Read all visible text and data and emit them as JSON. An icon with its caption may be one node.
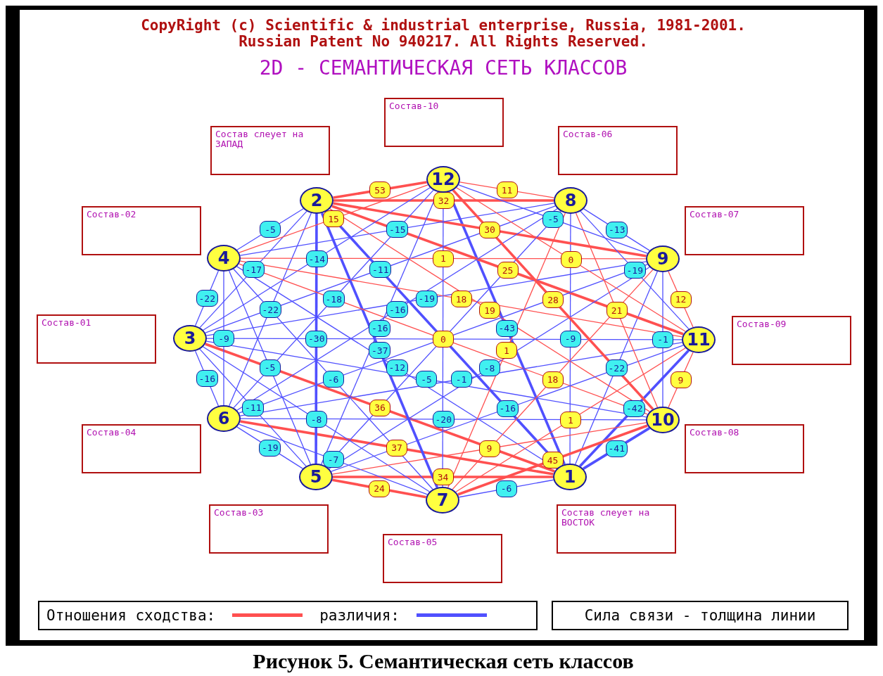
{
  "diagram": {
    "title": "2D - СЕМАНТИЧЕСКАЯ СЕТЬ КЛАССОВ",
    "caption": "Рисунок 5. Семантическая сеть классов",
    "nodes": [
      {
        "text": [
          "1"
        ]
      },
      {
        "text": [
          "2"
        ]
      },
      {
        "text": [
          "3"
        ]
      },
      {
        "text": [
          "4"
        ]
      },
      {
        "text": [
          "5"
        ]
      },
      {
        "text": [
          "6"
        ]
      },
      {
        "text": [
          "7"
        ]
      },
      {
        "text": [
          "8"
        ]
      },
      {
        "text": [
          "9"
        ]
      },
      {
        "text": [
          "10"
        ]
      },
      {
        "text": [
          "11"
        ]
      },
      {
        "text": [
          "12"
        ]
      },
      {
        "text": [
          "Состав-10"
        ]
      },
      {
        "text": [
          "Состав слеует на ЗАПАД"
        ]
      },
      {
        "text": [
          "Состав-06"
        ]
      },
      {
        "text": [
          "Состав-02"
        ]
      },
      {
        "text": [
          "Состав-07"
        ]
      },
      {
        "text": [
          "Состав-01"
        ]
      },
      {
        "text": [
          "Состав-09"
        ]
      },
      {
        "text": [
          "Состав-04"
        ]
      },
      {
        "text": [
          "Состав-08"
        ]
      },
      {
        "text": [
          "Состав-03"
        ]
      },
      {
        "text": [
          "Состав слеует на ВОСТОК"
        ]
      },
      {
        "text": [
          "Состав-05"
        ]
      }
    ],
    "edges": [
      {
        "from": 0,
        "to": 1,
        "arrow": "none",
        "style": "thick"
      },
      {
        "from": 0,
        "to": 2,
        "arrow": "none",
        "label": "36",
        "style": "thick",
        "color": "#ff5050"
      },
      {
        "from": 0,
        "to": 3,
        "arrow": "none",
        "label": "-12"
      },
      {
        "from": 0,
        "to": 4,
        "arrow": "none",
        "label": "34",
        "style": "thick",
        "color": "#ff5050"
      },
      {
        "from": 0,
        "to": 5,
        "arrow": "none",
        "label": "37",
        "style": "thick",
        "color": "#ff5050"
      },
      {
        "from": 0,
        "to": 6,
        "arrow": "none",
        "label": "-6"
      },
      {
        "from": 0,
        "to": 7,
        "arrow": "none",
        "label": "-9"
      },
      {
        "from": 0,
        "to": 8,
        "arrow": "none",
        "label": "-22"
      },
      {
        "from": 0,
        "to": 9,
        "arrow": "none",
        "label": "-41",
        "style": "thick"
      },
      {
        "from": 0,
        "to": 10,
        "arrow": "none",
        "label": "-42",
        "style": "thick"
      },
      {
        "from": 0,
        "to": 11,
        "arrow": "none",
        "label": "-43",
        "style": "thick"
      },
      {
        "from": 1,
        "to": 2,
        "arrow": "none",
        "label": "-17"
      },
      {
        "from": 1,
        "to": 3,
        "arrow": "none",
        "label": "-5"
      },
      {
        "from": 1,
        "to": 4,
        "arrow": "none",
        "label": "-30",
        "style": "thick"
      },
      {
        "from": 1,
        "to": 5,
        "arrow": "none",
        "label": "-22"
      },
      {
        "from": 1,
        "to": 6,
        "arrow": "none",
        "label": "-37",
        "style": "thick"
      },
      {
        "from": 1,
        "to": 7,
        "arrow": "none",
        "label": "32",
        "style": "thick",
        "color": "#ff5050"
      },
      {
        "from": 1,
        "to": 8,
        "arrow": "none",
        "label": "30",
        "style": "thick",
        "color": "#ff5050"
      },
      {
        "from": 1,
        "to": 9,
        "arrow": "none",
        "label": "19",
        "color": "#ff5050"
      },
      {
        "from": 1,
        "to": 10,
        "arrow": "none",
        "label": "25",
        "style": "thick",
        "color": "#ff5050"
      },
      {
        "from": 1,
        "to": 11,
        "arrow": "none",
        "label": "53",
        "style": "thick",
        "color": "#ff5050"
      },
      {
        "from": 2,
        "to": 3,
        "arrow": "none",
        "label": "-22"
      },
      {
        "from": 2,
        "to": 4,
        "arrow": "none",
        "label": "-11"
      },
      {
        "from": 2,
        "to": 5,
        "arrow": "none",
        "label": "-16"
      },
      {
        "from": 2,
        "to": 6,
        "arrow": "none",
        "label": "-8"
      },
      {
        "from": 2,
        "to": 7,
        "arrow": "none",
        "label": "-11"
      },
      {
        "from": 2,
        "to": 8,
        "arrow": "none",
        "label": "-19"
      },
      {
        "from": 2,
        "to": 9,
        "arrow": "none",
        "label": "-5"
      },
      {
        "from": 2,
        "to": 10,
        "arrow": "none"
      },
      {
        "from": 2,
        "to": 11,
        "arrow": "none",
        "label": "-14"
      },
      {
        "from": 3,
        "to": 4,
        "arrow": "none",
        "label": "-5"
      },
      {
        "from": 3,
        "to": 5,
        "arrow": "none",
        "label": "-9"
      },
      {
        "from": 3,
        "to": 6,
        "arrow": "none",
        "label": "-6"
      },
      {
        "from": 3,
        "to": 7,
        "arrow": "none",
        "label": "-15"
      },
      {
        "from": 3,
        "to": 8,
        "arrow": "none",
        "label": "1",
        "color": "#ff5050"
      },
      {
        "from": 3,
        "to": 9,
        "arrow": "none",
        "label": "0",
        "color": "#ff5050"
      },
      {
        "from": 3,
        "to": 10,
        "arrow": "none",
        "label": "18",
        "color": "#ff5050"
      },
      {
        "from": 3,
        "to": 11,
        "arrow": "none",
        "label": "15",
        "color": "#ff5050"
      },
      {
        "from": 4,
        "to": 5,
        "arrow": "none",
        "label": "-19"
      },
      {
        "from": 4,
        "to": 6,
        "arrow": "none",
        "label": "24",
        "style": "thick",
        "color": "#ff5050"
      },
      {
        "from": 4,
        "to": 7,
        "arrow": "none"
      },
      {
        "from": 4,
        "to": 8,
        "arrow": "none",
        "label": "-8"
      },
      {
        "from": 4,
        "to": 9,
        "arrow": "none",
        "label": "9",
        "color": "#ff5050"
      },
      {
        "from": 4,
        "to": 10,
        "arrow": "none",
        "label": "-16"
      },
      {
        "from": 4,
        "to": 11,
        "arrow": "none",
        "label": "-16"
      },
      {
        "from": 5,
        "to": 6,
        "arrow": "none",
        "label": "-7"
      },
      {
        "from": 5,
        "to": 7,
        "arrow": "none",
        "label": "-16"
      },
      {
        "from": 5,
        "to": 8,
        "arrow": "none"
      },
      {
        "from": 5,
        "to": 9,
        "arrow": "none",
        "label": "-20"
      },
      {
        "from": 5,
        "to": 10,
        "arrow": "none",
        "label": "-1"
      },
      {
        "from": 5,
        "to": 11,
        "arrow": "none",
        "label": "-18"
      },
      {
        "from": 6,
        "to": 7,
        "arrow": "none",
        "label": "1",
        "color": "#ff5050"
      },
      {
        "from": 6,
        "to": 8,
        "arrow": "none",
        "label": "18",
        "color": "#ff5050"
      },
      {
        "from": 6,
        "to": 9,
        "arrow": "none",
        "label": "45",
        "style": "thick",
        "color": "#ff5050"
      },
      {
        "from": 6,
        "to": 10,
        "arrow": "none",
        "label": "1",
        "color": "#ff5050"
      },
      {
        "from": 6,
        "to": 11,
        "arrow": "none"
      },
      {
        "from": 7,
        "to": 8,
        "arrow": "none",
        "label": "-13"
      },
      {
        "from": 7,
        "to": 9,
        "arrow": "none",
        "label": "21",
        "color": "#ff5050"
      },
      {
        "from": 7,
        "to": 10,
        "arrow": "none",
        "label": "-19"
      },
      {
        "from": 7,
        "to": 11,
        "arrow": "none",
        "label": "11",
        "color": "#ff5050"
      },
      {
        "from": 8,
        "to": 9,
        "arrow": "none",
        "label": "-1"
      },
      {
        "from": 8,
        "to": 10,
        "arrow": "none",
        "label": "12",
        "color": "#ff5050"
      },
      {
        "from": 8,
        "to": 11,
        "arrow": "none",
        "label": "-5"
      },
      {
        "from": 9,
        "to": 10,
        "arrow": "none",
        "label": "9",
        "color": "#ff5050"
      },
      {
        "from": 9,
        "to": 11,
        "arrow": "none",
        "label": "28",
        "style": "thick",
        "color": "#ff5050"
      },
      {
        "from": 10,
        "to": 11,
        "arrow": "none",
        "label": "0",
        "color": "#ff5050"
      }
    ],
    "labels": [
      "CopyRight (c) Scientific & industrial enterprise, Russia, 1981-2001.",
      "Russian Patent No 940217. All Rights Reserved.",
      "Сила связи - толщина линии"
    ],
    "legend": [
      {
        "text": "Отношения сходства:"
      },
      {
        "text": "различия:"
      }
    ]
  }
}
